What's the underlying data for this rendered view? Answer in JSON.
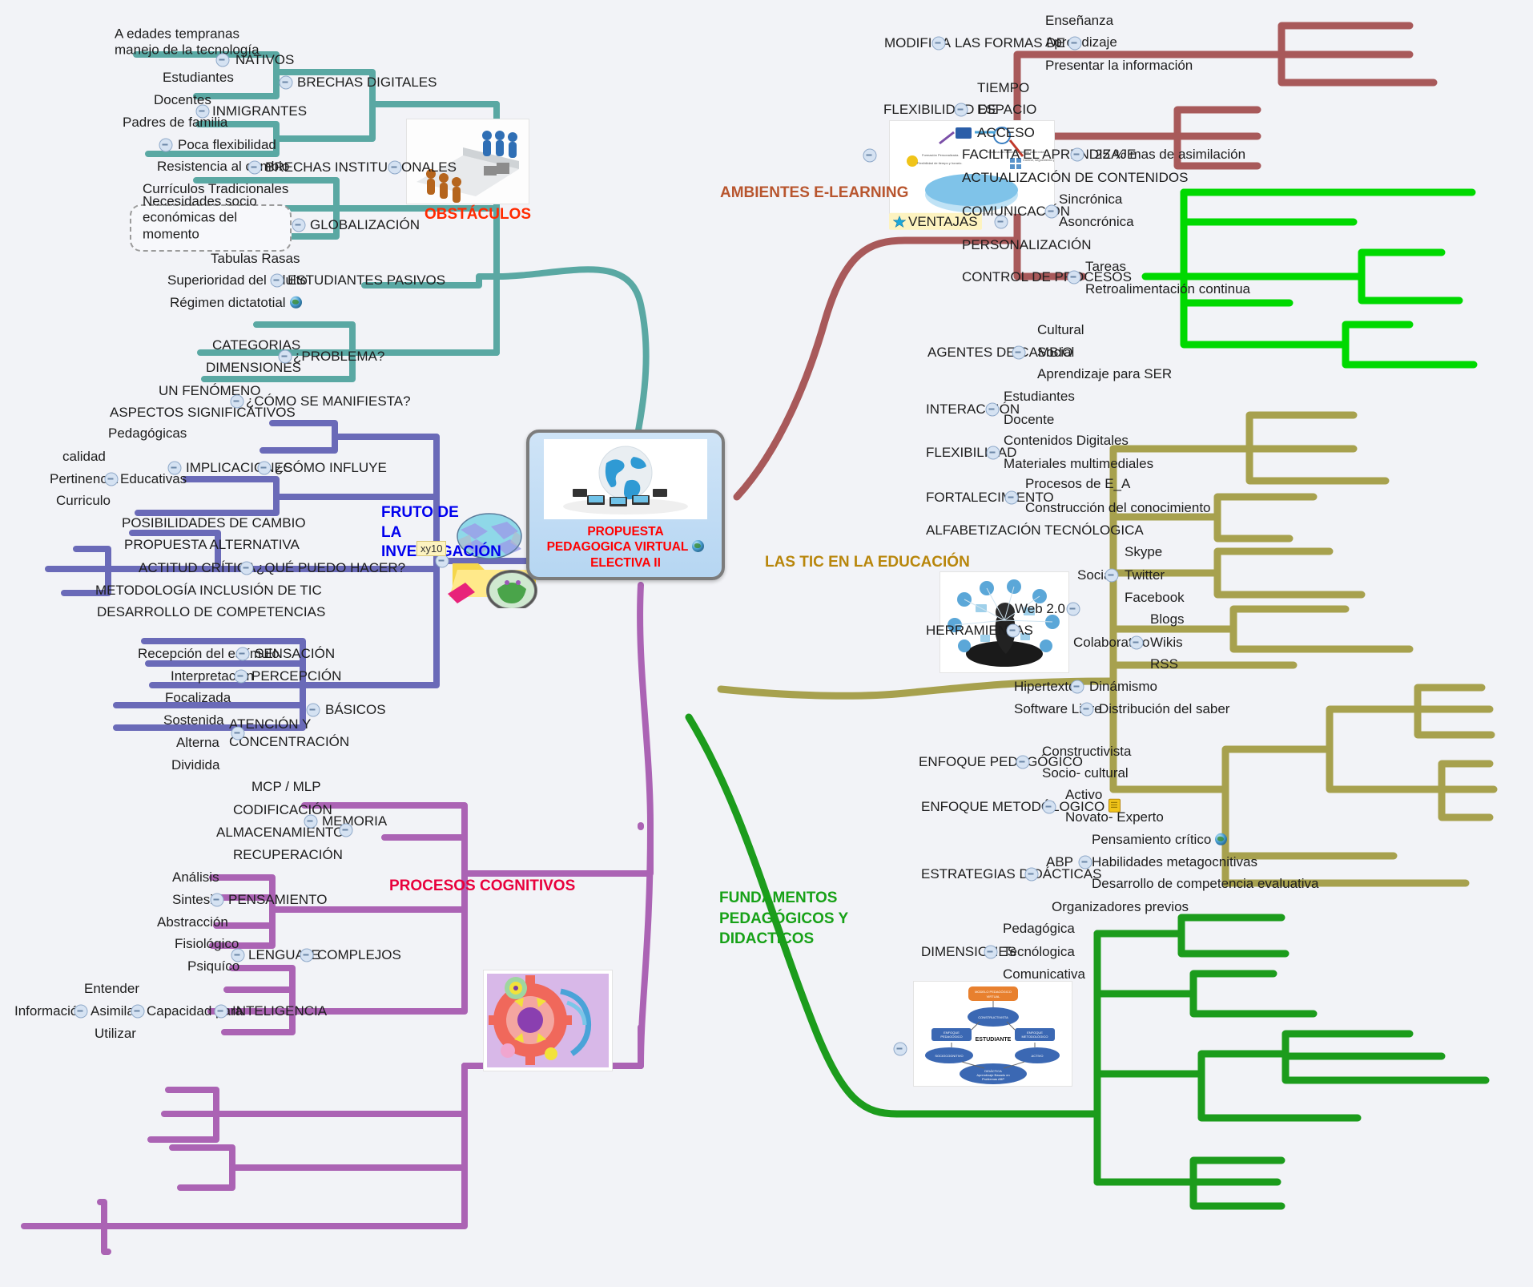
{
  "center": {
    "title_line1": "PROPUESTA",
    "title_line2": "PEDAGOGICA VIRTUAL",
    "title_line3": "ELECTIVA II",
    "image_alt": "globo terráqueo con portátiles conectados"
  },
  "branches": {
    "obstaculos": {
      "label": "OBSTÁCULOS",
      "color": "#ff2a00",
      "line_color": "#5aa8a3",
      "image_alt": "figuras de personas ante una barrera",
      "children": [
        {
          "label": "BRECHAS DIGITALES",
          "children": [
            {
              "label": "NATIVOS",
              "children": [
                {
                  "label": "A edades tempranas\nmanejo de la tecnología"
                },
                {
                  "label": "Estudiantes"
                }
              ]
            },
            {
              "label": "INMIGRANTES",
              "children": [
                {
                  "label": "Docentes"
                },
                {
                  "label": "Padres de familia"
                }
              ]
            }
          ]
        },
        {
          "label": "BRECHAS INSTITUCIONALES",
          "children": [
            {
              "label": "Poca flexibilidad"
            },
            {
              "label": "Resistencia al cambio"
            },
            {
              "label": "Currículos Tradicionales"
            }
          ]
        },
        {
          "label": "GLOBALIZACIÓN",
          "children": [
            {
              "label": "Necesidades socio económicas del momento",
              "boxed": true
            }
          ]
        },
        {
          "label": "ESTUDIANTES PASIVOS",
          "children": [
            {
              "label": "Tabulas Rasas"
            },
            {
              "label": "Superioridad del adulto"
            },
            {
              "label": "Régimen dictatotial",
              "icon": "globe-icon"
            }
          ]
        }
      ]
    },
    "ambientes_elearning": {
      "label": "AMBIENTES E-LEARNING",
      "color": "#b8552e",
      "line_color": "#a8595a",
      "image_alt": "infografía beneficios del e-learning",
      "children": [
        {
          "label": "MODIFICA",
          "children": [
            {
              "label": "LAS FORMAS DE",
              "children": [
                {
                  "label": "Enseñanza"
                },
                {
                  "label": "Aprendizaje"
                },
                {
                  "label": "Presentar la información"
                }
              ]
            }
          ]
        },
        {
          "label": "FLEXIBILIDAD DE",
          "children": [
            {
              "label": "TIEMPO"
            },
            {
              "label": "ESPACIO"
            },
            {
              "label": "ACCESO"
            }
          ]
        },
        {
          "label": "VENTAJAS",
          "highlight": true,
          "icon": "star-icon",
          "line_color": "#00d900",
          "children": [
            {
              "label": "FACILITA EL APRENDIZAJE",
              "children": [
                {
                  "label": "25 % mas de asimilación"
                }
              ]
            },
            {
              "label": "ACTUALIZACIÓN DE CONTENIDOS"
            },
            {
              "label": "COMUNICACIÓN",
              "children": [
                {
                  "label": "Sincrónica"
                },
                {
                  "label": "Asoncrónica"
                }
              ]
            },
            {
              "label": "PERSONALIZACIÓN"
            },
            {
              "label": "CONTROL DE PROCESOS",
              "children": [
                {
                  "label": "Tareas"
                },
                {
                  "label": "Retroalimentación continua"
                }
              ]
            }
          ]
        }
      ]
    },
    "tic_educacion": {
      "label": "LAS TIC EN LA EDUCACIÓN",
      "color": "#b8860b",
      "line_color": "#a7a14e",
      "image_alt": "ilustración de red social con personas y dispositivos",
      "children": [
        {
          "label": "AGENTES DE CAMBIO",
          "children": [
            {
              "label": "Cultural"
            },
            {
              "label": "Social"
            },
            {
              "label": "Aprendizaje para SER"
            }
          ]
        },
        {
          "label": "INTERACCIÓN",
          "children": [
            {
              "label": "Estudiantes"
            },
            {
              "label": "Docente"
            }
          ]
        },
        {
          "label": "FLEXIBILIDAD",
          "children": [
            {
              "label": "Contenidos Digitales"
            },
            {
              "label": "Materiales multimediales"
            }
          ]
        },
        {
          "label": "FORTALECIMIENTO",
          "children": [
            {
              "label": "Procesos de E_A"
            },
            {
              "label": "Construcción del conocimiento"
            }
          ]
        },
        {
          "label": "ALFABETIZACIÓN TECNÓLOGICA"
        },
        {
          "label": "HERRAMIENTAS",
          "children": [
            {
              "label": "Web 2.0",
              "children": [
                {
                  "label": "Social",
                  "children": [
                    {
                      "label": "Skype"
                    },
                    {
                      "label": "Twitter"
                    },
                    {
                      "label": "Facebook"
                    }
                  ]
                },
                {
                  "label": "Colaborativo",
                  "children": [
                    {
                      "label": "Blogs"
                    },
                    {
                      "label": "Wikis"
                    },
                    {
                      "label": "RSS"
                    }
                  ]
                }
              ]
            },
            {
              "label": "Hipertexto",
              "children": [
                {
                  "label": "Dinámismo"
                }
              ]
            },
            {
              "label": "Software Libre",
              "children": [
                {
                  "label": "Distribución del saber"
                }
              ]
            }
          ]
        }
      ]
    },
    "fundamentos": {
      "label_line1": "FUNDAMENTOS PEDAGÓGICOS Y",
      "label_line2": "DIDACTICOS",
      "color": "#17a117",
      "line_color": "#1c9c1c",
      "image_alt": "diagrama modelo pedagógico virtual con estudiante al centro",
      "image_nodes": [
        "MODELO PEDAGÓGICO VIRTUAL",
        "CONSTRUCTIVISTA",
        "ENFOQUE PEDAGÓGICO",
        "ENFOQUE METODOLÓGICO",
        "ESTUDIANTE",
        "SOCIOCOGNITIVO",
        "ACTIVO",
        "DIDÁCTICA Aprendizaje Basado en Problemas ABP"
      ],
      "children": [
        {
          "label": "ENFOQUE PEDAGÓGICO",
          "children": [
            {
              "label": "Constructivista"
            },
            {
              "label": "Socio- cultural"
            }
          ]
        },
        {
          "label": "ENFOQUE METODÓLOGICO",
          "icon": "note-flag",
          "children": [
            {
              "label": "Activo"
            },
            {
              "label": "Novato- Experto"
            }
          ]
        },
        {
          "label": "ESTRATEGIAS DIDÁCTICAS",
          "children": [
            {
              "label": "ABP",
              "children": [
                {
                  "label": "Pensamiento crítico",
                  "icon": "globe-icon"
                },
                {
                  "label": "Habilidades metagocnitivas"
                },
                {
                  "label": "Desarrollo de competencia evaluativa"
                }
              ]
            },
            {
              "label": "Organizadores previos"
            }
          ]
        },
        {
          "label": "DIMENSIONES",
          "children": [
            {
              "label": "Pedagógica"
            },
            {
              "label": "Tecnólogica"
            },
            {
              "label": "Comunicativa"
            }
          ]
        }
      ]
    },
    "procesos_cognitivos": {
      "label": "PROCESOS COGNITIVOS",
      "color": "#e8003c",
      "line_color": "#ab63b4",
      "image_alt": "ilustración abstracta de engranajes y cerebro",
      "children": [
        {
          "label": "BÁSICOS",
          "children": [
            {
              "label": "SENSACIÓN",
              "children": [
                {
                  "label": "Recepción del estímulo"
                }
              ]
            },
            {
              "label": "PERCEPCIÓN",
              "children": [
                {
                  "label": "Interpretación"
                }
              ]
            },
            {
              "label": "ATENCIÓN Y CONCENTRACIÓN",
              "children": [
                {
                  "label": "Focalizada"
                },
                {
                  "label": "Sostenida"
                },
                {
                  "label": "Alterna"
                },
                {
                  "label": "Dividida"
                }
              ]
            },
            {
              "label": "MEMORIA",
              "children": [
                {
                  "label": "MCP / MLP"
                },
                {
                  "label": "CODIFICACIÓN"
                },
                {
                  "label": "ALMACENAMIENTO"
                },
                {
                  "label": "RECUPERACIÓN"
                }
              ]
            }
          ]
        },
        {
          "label": "COMPLEJOS",
          "children": [
            {
              "label": "PENSAMIENTO",
              "children": [
                {
                  "label": "Análisis"
                },
                {
                  "label": "Sintesis"
                },
                {
                  "label": "Abstracción"
                }
              ]
            },
            {
              "label": "LENGUAJE",
              "children": [
                {
                  "label": "Fisiológico"
                },
                {
                  "label": "Psiquíco"
                }
              ]
            },
            {
              "label": "INTELIGENCIA",
              "children": [
                {
                  "label": "Capacidad para",
                  "children": [
                    {
                      "label": "Asimilar",
                      "children": [
                        {
                          "label": "Entender"
                        },
                        {
                          "label": "Información"
                        },
                        {
                          "label": "Utilizar"
                        }
                      ]
                    }
                  ]
                }
              ]
            }
          ]
        }
      ]
    },
    "fruto_investigacion": {
      "label_line1": "FRUTO DE LA",
      "label_line2": "INVESTIGACIÓN",
      "color": "#0000ee",
      "line_color": "#6a6ab8",
      "tag": "xy10",
      "image_alt": "globo con carpeta y lupa",
      "children": [
        {
          "label": "¿PROBLEMA?",
          "children": [
            {
              "label": "CATEGORIAS"
            },
            {
              "label": "DIMENSIONES"
            }
          ]
        },
        {
          "label": "¿CÓMO SE MANIFIESTA?",
          "children": [
            {
              "label": "UN FENÓMENO"
            },
            {
              "label": "ASPECTOS SIGNIFICATIVOS"
            }
          ]
        },
        {
          "label": "¿CÓMO INFLUYE",
          "children": [
            {
              "label": "IMPLICACIONES",
              "children": [
                {
                  "label": "Pedagógicas"
                },
                {
                  "label": "Educativas",
                  "children": [
                    {
                      "label": "calidad"
                    },
                    {
                      "label": "Pertinencia"
                    },
                    {
                      "label": "Curriculo"
                    }
                  ]
                }
              ]
            }
          ]
        },
        {
          "label": "¿QUÉ PUEDO HACER?",
          "children": [
            {
              "label": "POSIBILIDADES DE CAMBIO"
            },
            {
              "label": "PROPUESTA ALTERNATIVA"
            },
            {
              "label": "ACTITUD CRÍTICA"
            },
            {
              "label": "METODOLOGÍA INCLUSIÓN DE TIC"
            },
            {
              "label": "DESARROLLO DE COMPETENCIAS"
            }
          ]
        }
      ]
    }
  },
  "labels": {
    "obstaculos": "OBSTÁCULOS",
    "ambientes": "AMBIENTES E-LEARNING",
    "tic": "LAS TIC EN LA EDUCACIÓN",
    "fundamentos_1": "FUNDAMENTOS PEDAGÓGICOS Y",
    "fundamentos_2": "DIDACTICOS",
    "procesos": "PROCESOS COGNITIVOS",
    "fruto_1": "FRUTO DE LA",
    "fruto_2": "INVESTIGACIÓN",
    "fruto_tag": "xy10",
    "n_nativos": "NATIVOS",
    "n_edades": "A edades tempranas",
    "n_edades2": "manejo de la tecnología",
    "n_estudiantes": "Estudiantes",
    "n_inmigrantes": "INMIGRANTES",
    "n_docentes": "Docentes",
    "n_padres": "Padres de familia",
    "n_brechas_dig": "BRECHAS DIGITALES",
    "n_poca_flex": "Poca flexibilidad",
    "n_resistencia": "Resistencia al cambio",
    "n_curriculos": "Currículos Tradicionales",
    "n_brechas_inst": "BRECHAS INSTITUCIONALES",
    "n_necesidades": "Necesidades socio económicas del momento",
    "n_globalizacion": "GLOBALIZACIÓN",
    "n_tabulas": "Tabulas Rasas",
    "n_superioridad": "Superioridad del adulto",
    "n_regimen": "Régimen dictatotial",
    "n_est_pasivos": "ESTUDIANTES PASIVOS",
    "e_modifica": "MODIFICA",
    "e_formas": "LAS FORMAS DE",
    "e_ensenanza": "Enseñanza",
    "e_aprendizaje": "Aprendizaje",
    "e_presentar": "Presentar la información",
    "e_flex": "FLEXIBILIDAD DE",
    "e_tiempo": "TIEMPO",
    "e_espacio": "ESPACIO",
    "e_acceso": "ACCESO",
    "e_ventajas": "VENTAJAS",
    "e_facilita": "FACILITA EL APRENDIZAJE",
    "e_25": "25 % mas de asimilación",
    "e_actualizacion": "ACTUALIZACIÓN DE CONTENIDOS",
    "e_comunicacion": "COMUNICACIÓN",
    "e_sincronica": "Sincrónica",
    "e_asincronica": "Asoncrónica",
    "e_personalizacion": "PERSONALIZACIÓN",
    "e_control": "CONTROL DE PROCESOS",
    "e_tareas": "Tareas",
    "e_retro": "Retroalimentación continua",
    "t_agentes": "AGENTES DE CAMBIO",
    "t_cultural": "Cultural",
    "t_social": "Social",
    "t_aprend_ser": "Aprendizaje para SER",
    "t_interaccion": "INTERACCIÓN",
    "t_estudiantes": "Estudiantes",
    "t_docente": "Docente",
    "t_flexibilidad": "FLEXIBILIDAD",
    "t_contenidos": "Contenidos Digitales",
    "t_materiales": "Materiales multimediales",
    "t_fortalecimiento": "FORTALECIMIENTO",
    "t_procesos_ea": "Procesos de E_A",
    "t_construccion": "Construcción del conocimiento",
    "t_alfabetizacion": "ALFABETIZACIÓN TECNÓLOGICA",
    "t_herramientas": "HERRAMIENTAS",
    "t_web20": "Web 2.0",
    "t_social2": "Social",
    "t_skype": "Skype",
    "t_twitter": "Twitter",
    "t_facebook": "Facebook",
    "t_colaborativo": "Colaborativo",
    "t_blogs": "Blogs",
    "t_wikis": "Wikis",
    "t_rss": "RSS",
    "t_hipertexto": "Hipertexto",
    "t_dinamismo": "Dinámismo",
    "t_software": "Software Libre",
    "t_distribucion": "Distribución del saber",
    "f_enfoque_ped": "ENFOQUE PEDAGÓGICO",
    "f_constructivista": "Constructivista",
    "f_socio": "Socio- cultural",
    "f_enfoque_met": "ENFOQUE METODÓLOGICO",
    "f_activo": "Activo",
    "f_novato": "Novato- Experto",
    "f_estrategias": "ESTRATEGIAS DIDÁCTICAS",
    "f_abp": "ABP",
    "f_pensamiento": "Pensamiento crítico",
    "f_habilidades": "Habilidades metagocnitivas",
    "f_desarrollo": "Desarrollo de competencia evaluativa",
    "f_organizadores": "Organizadores previos",
    "f_dimensiones": "DIMENSIONES",
    "f_pedagogica": "Pedagógica",
    "f_tecnologica": "Tecnólogica",
    "f_comunicativa": "Comunicativa",
    "p_recepcion": "Recepción del estímulo",
    "p_sensacion": "SENSACIÓN",
    "p_interpretacion": "Interpretación",
    "p_percepcion": "PERCEPCIÓN",
    "p_focalizada": "Focalizada",
    "p_sostenida": "Sostenida",
    "p_alterna": "Alterna",
    "p_dividida": "Dividida",
    "p_atencion1": "ATENCIÓN Y",
    "p_atencion2": "CONCENTRACIÓN",
    "p_basicos": "BÁSICOS",
    "p_mcp": "MCP / MLP",
    "p_codificacion": "CODIFICACIÓN",
    "p_almacenamiento": "ALMACENAMIENTO",
    "p_recuperacion": "RECUPERACIÓN",
    "p_memoria": "MEMORIA",
    "p_analisis": "Análisis",
    "p_sintesis": "Sintesis",
    "p_abstraccion": "Abstracción",
    "p_pensamiento": "PENSAMIENTO",
    "p_fisiologico": "Fisiológico",
    "p_psiquico": "Psiquíco",
    "p_lenguaje": "LENGUAJE",
    "p_complejos": "COMPLEJOS",
    "p_entender": "Entender",
    "p_informacion": "Información",
    "p_asimilar": "Asimilar",
    "p_utilizar": "Utilizar",
    "p_capacidad": "Capacidad para",
    "p_inteligencia": "INTELIGENCIA",
    "i_categorias": "CATEGORIAS",
    "i_dimensiones": "DIMENSIONES",
    "i_problema": "¿PROBLEMA?",
    "i_fenomeno": "UN FENÓMENO",
    "i_aspectos": "ASPECTOS SIGNIFICATIVOS",
    "i_manifiesta": "¿CÓMO SE MANIFIESTA?",
    "i_pedagogicas": "Pedagógicas",
    "i_calidad": "calidad",
    "i_pertinencia": "Pertinencia",
    "i_curriculo": "Curriculo",
    "i_educativas": "Educativas",
    "i_implicaciones": "IMPLICACIONES",
    "i_influye": "¿CÓMO INFLUYE",
    "i_posibilidades": "POSIBILIDADES DE CAMBIO",
    "i_propuesta": "PROPUESTA ALTERNATIVA",
    "i_actitud": "ACTITUD CRÍTICA",
    "i_metodologia": "METODOLOGÍA INCLUSIÓN DE TIC",
    "i_competencias": "DESARROLLO DE COMPETENCIAS",
    "i_puedo": "¿QUÉ PUEDO HACER?"
  },
  "colors": {
    "background": "#f2f3f7",
    "obstaculos_line": "#5aa8a3",
    "obstaculos_text": "#ff2a00",
    "elearning_line": "#a8595a",
    "elearning_text": "#b8552e",
    "ventajas_line": "#00d900",
    "tic_line": "#a7a14e",
    "tic_text": "#b8860b",
    "fundamentos_line": "#1c9c1c",
    "fundamentos_text": "#17a117",
    "cognitivos_line": "#ab63b4",
    "cognitivos_text": "#e8003c",
    "fruto_line": "#6a6ab8",
    "fruto_text": "#0000ee",
    "center_title": "#ff0000",
    "node_text": "#1d1d1d"
  }
}
